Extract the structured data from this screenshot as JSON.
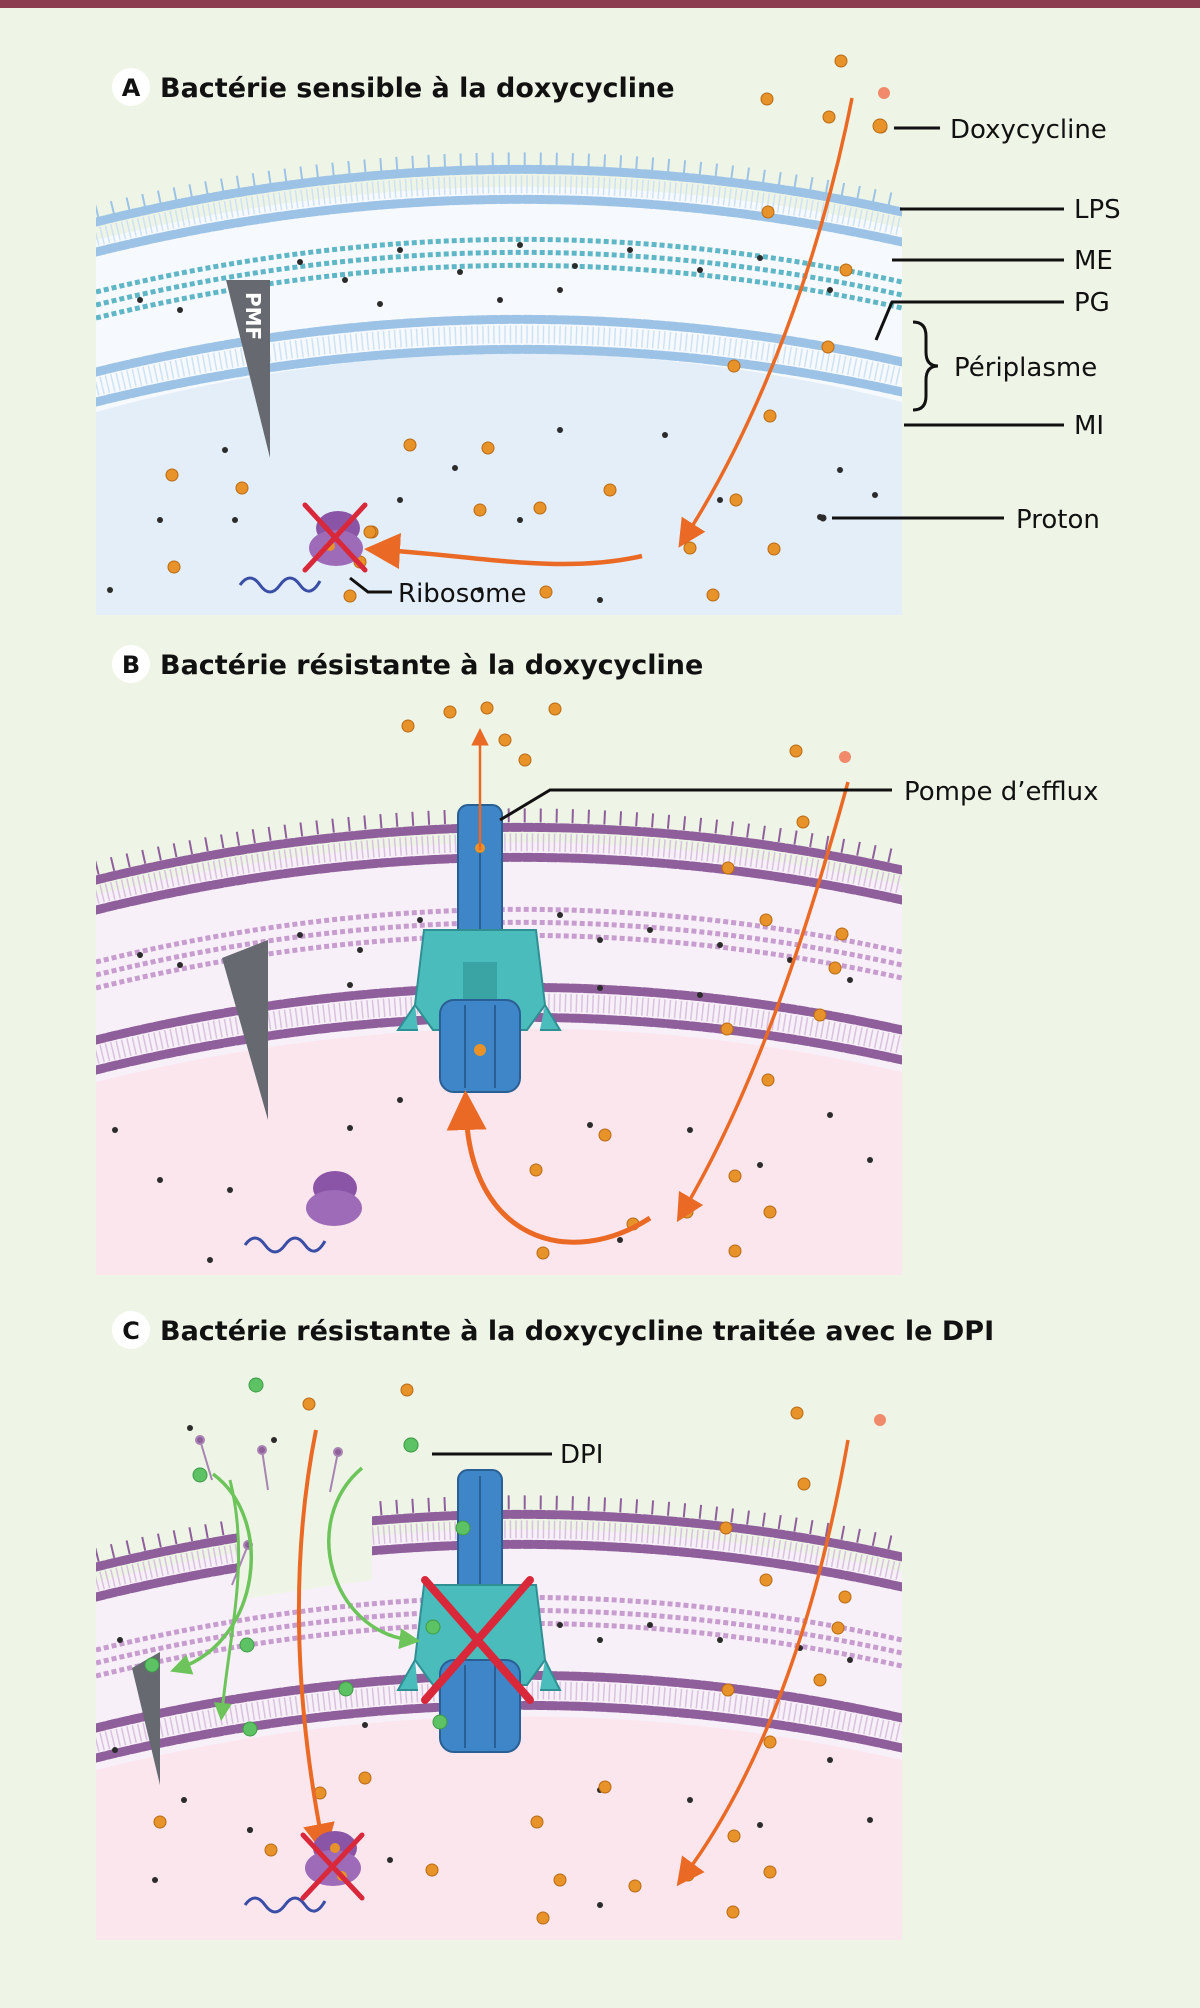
{
  "panels": {
    "a": {
      "letter": "A",
      "title": "Bactérie sensible à la doxycycline"
    },
    "b": {
      "letter": "B",
      "title": "Bactérie résistante à la doxycycline"
    },
    "c": {
      "letter": "C",
      "title": "Bactérie résistante à la doxycycline traitée avec le DPI"
    }
  },
  "labels": {
    "doxycycline": "Doxycycline",
    "lps": "LPS",
    "me": "ME",
    "pg": "PG",
    "periplasm": "Périplasme",
    "mi": "MI",
    "proton": "Proton",
    "ribosome": "Ribosome",
    "efflux_pump": "Pompe d’efflux",
    "dpi": "DPI",
    "pmf": "PMF"
  },
  "colors": {
    "background": "#eef5e6",
    "top_bar": "#8c3d4f",
    "panel_a_membrane": "#9cc3e6",
    "panel_a_cytoplasm": "#e4eef8",
    "panel_bc_membrane": "#8f5f9c",
    "panel_bc_cytoplasm": "#fbe6ee",
    "doxycycline": "#e8922a",
    "dpi": "#5cc264",
    "proton": "#2b2b2b",
    "arrow": "#ea6a25",
    "pump_blue": "#3f86c8",
    "pump_teal": "#4bbcbc",
    "ribosome": "#8a55a6",
    "cross": "#d8283a",
    "pmf_wedge": "#666a70"
  }
}
